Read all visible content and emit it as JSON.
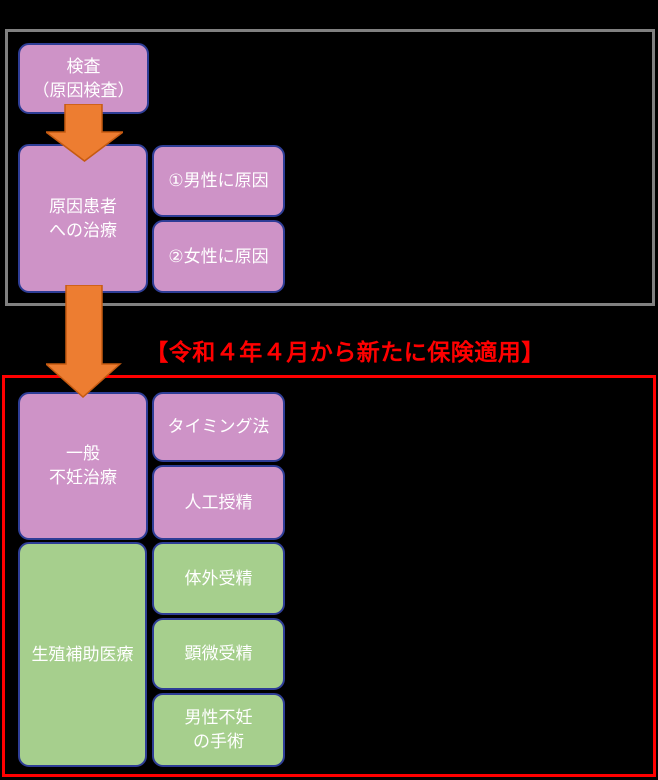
{
  "colors": {
    "background": "#000000",
    "box_purple": "#CE93C7",
    "box_green": "#A6CF8D",
    "box_border": "#2E3D96",
    "box_text": "#FFFFFF",
    "arrow_orange": "#ED7D31",
    "arrow_edge": "#C55A11",
    "top_frame_border": "#808080",
    "bottom_frame_border": "#FF0000",
    "banner_text": "#FF0000"
  },
  "top_section": {
    "exam_box": {
      "label": "検査\n（原因検査）"
    },
    "cause_treatment_box": {
      "label": "原因患者\nへの治療"
    },
    "male_cause_box": {
      "label": "①男性に原因"
    },
    "female_cause_box": {
      "label": "②女性に原因"
    }
  },
  "banner": {
    "label": "【令和４年４月から新たに保険適用】"
  },
  "bottom_section": {
    "general_infertility_box": {
      "label": "一般\n不妊治療"
    },
    "timing_box": {
      "label": "タイミング法"
    },
    "artificial_insemination_box": {
      "label": "人工授精"
    },
    "art_box": {
      "label": "生殖補助医療"
    },
    "ivf_box": {
      "label": "体外受精"
    },
    "icsi_box": {
      "label": "顕微受精"
    },
    "male_surgery_box": {
      "label": "男性不妊\nの手術"
    }
  }
}
